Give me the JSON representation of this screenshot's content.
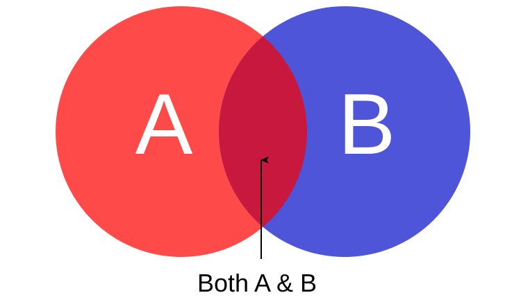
{
  "diagram": {
    "type": "venn",
    "sets": [
      {
        "label": "A",
        "color": "#FF4A4A"
      },
      {
        "label": "B",
        "color": "#4E55D8"
      }
    ],
    "intersection": {
      "label": "Both A & B",
      "color": "#C8183D"
    }
  }
}
